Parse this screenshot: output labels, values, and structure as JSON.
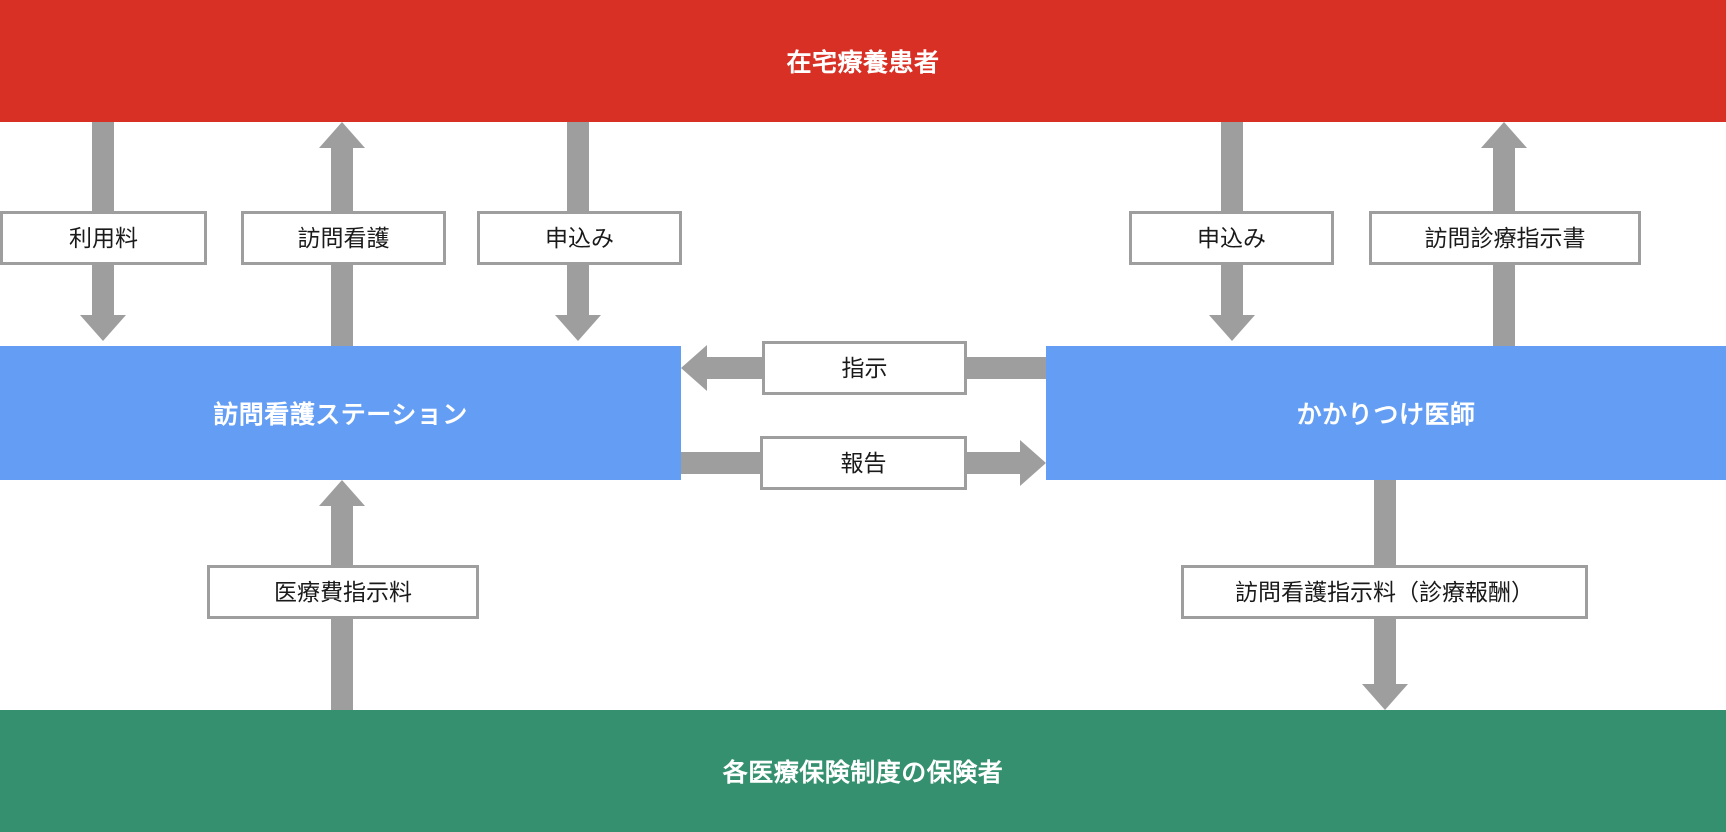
{
  "diagram": {
    "title_node": "在宅療養患者",
    "nodes": [
      {
        "id": "patient",
        "label": "在宅療養患者",
        "color": "#d93025"
      },
      {
        "id": "station",
        "label": "訪問看護ステーション",
        "color": "#649ef4"
      },
      {
        "id": "doctor",
        "label": "かかりつけ医師",
        "color": "#649ef4"
      },
      {
        "id": "insurer",
        "label": "各医療保険制度の保険者",
        "color": "#34906e"
      }
    ],
    "edges": [
      {
        "id": "fee",
        "label": "利用料",
        "from": "patient",
        "to": "station",
        "direction": "down"
      },
      {
        "id": "nursing",
        "label": "訪問看護",
        "from": "station",
        "to": "patient",
        "direction": "up"
      },
      {
        "id": "apply-station",
        "label": "申込み",
        "from": "patient",
        "to": "station",
        "direction": "down"
      },
      {
        "id": "apply-doctor",
        "label": "申込み",
        "from": "patient",
        "to": "doctor",
        "direction": "down"
      },
      {
        "id": "home-order",
        "label": "訪問診療指示書",
        "from": "doctor",
        "to": "patient",
        "direction": "up"
      },
      {
        "id": "instruction",
        "label": "指示",
        "from": "doctor",
        "to": "station",
        "direction": "left"
      },
      {
        "id": "report",
        "label": "報告",
        "from": "station",
        "to": "doctor",
        "direction": "right"
      },
      {
        "id": "medical-fee",
        "label": "医療費指示料",
        "from": "insurer",
        "to": "station",
        "direction": "up"
      },
      {
        "id": "nursing-order",
        "label": "訪問看護指示料（診療報酬）",
        "from": "doctor",
        "to": "insurer",
        "direction": "down"
      }
    ],
    "colors": {
      "patient_band": "#d93025",
      "node_band": "#649ef4",
      "insurer_band": "#34906e",
      "arrow": "#9e9e9e",
      "chip_border": "#9e9e9e",
      "chip_bg": "#ffffff",
      "page_bg": "#ffffff"
    }
  }
}
